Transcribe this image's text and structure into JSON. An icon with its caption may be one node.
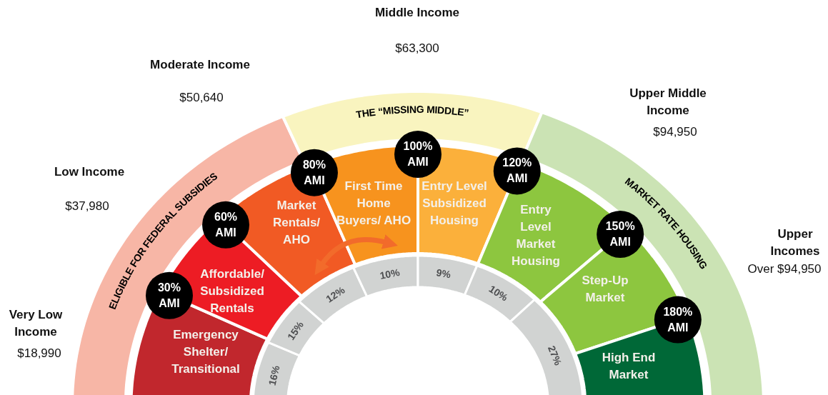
{
  "diagram": {
    "nodes": [
      {
        "text": [
          "ELIGIBLE FOR FEDERAL SUBSIDIES"
        ]
      },
      {
        "text": [
          "THE “MISSING MIDDLE”"
        ]
      },
      {
        "text": [
          "MARKET RATE HOUSING"
        ]
      },
      {
        "text": [
          "Emergency Shelter/ Transitional"
        ]
      },
      {
        "text": [
          "Affordable/ Subsidized Rentals"
        ]
      },
      {
        "text": [
          "Market Rentals/ AHO"
        ]
      },
      {
        "text": [
          "First Time Home Buyers/ AHO"
        ]
      },
      {
        "text": [
          "Entry Level Subsidized Housing"
        ]
      },
      {
        "text": [
          "Entry Level Market Housing"
        ]
      },
      {
        "text": [
          "Step-Up Market"
        ]
      },
      {
        "text": [
          "High End Market"
        ]
      },
      {
        "text": [
          "30% AMI"
        ]
      },
      {
        "text": [
          "60% AMI"
        ]
      },
      {
        "text": [
          "80% AMI"
        ]
      },
      {
        "text": [
          "100% AMI"
        ]
      },
      {
        "text": [
          "120% AMI"
        ]
      },
      {
        "text": [
          "150% AMI"
        ]
      },
      {
        "text": [
          "180% AMI"
        ]
      },
      {
        "text": [
          "16%"
        ]
      },
      {
        "text": [
          "15%"
        ]
      },
      {
        "text": [
          "12%"
        ]
      },
      {
        "text": [
          "10%"
        ]
      },
      {
        "text": [
          "9%"
        ]
      },
      {
        "text": [
          "10%"
        ]
      },
      {
        "text": [
          "27%"
        ]
      }
    ],
    "edges": [
      {
        "from": 5,
        "to": 6,
        "arrow": "both"
      }
    ],
    "labels": [
      "Middle Income",
      "$63,300",
      "Moderate Income",
      "$50,640",
      "Upper Middle Income",
      "$94,950",
      "Low Income",
      "$37,980",
      "Upper Incomes",
      "Over $94,950",
      "Very Low Income",
      "$18,990"
    ]
  }
}
